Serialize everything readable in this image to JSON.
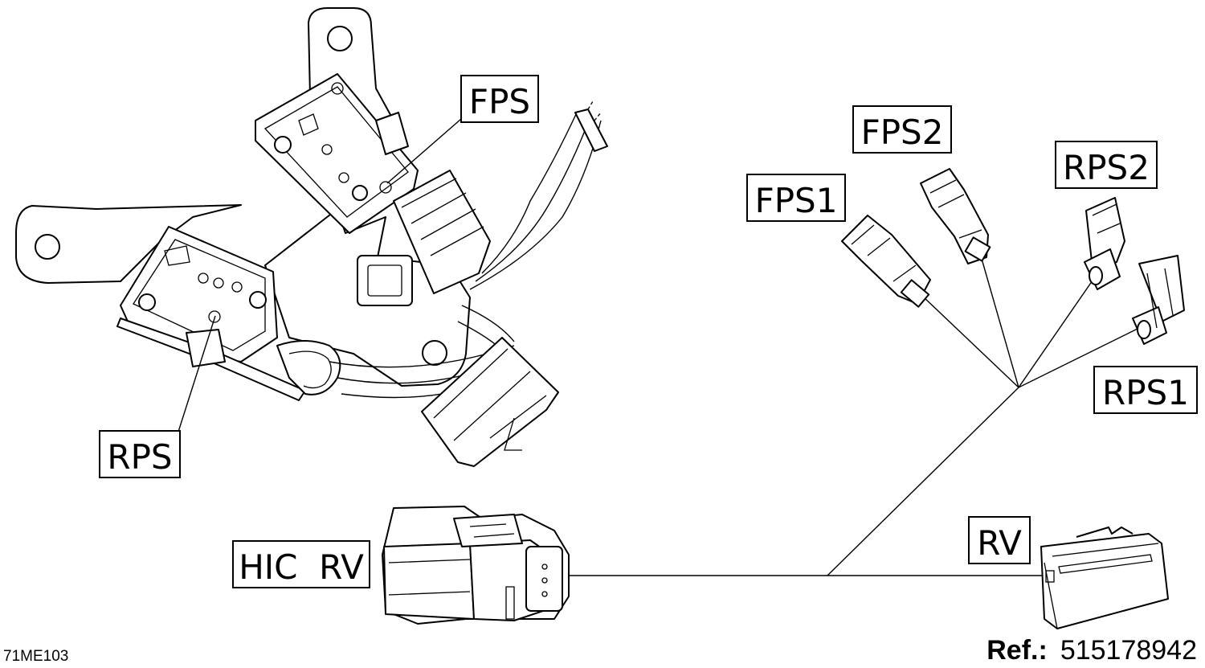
{
  "labels": {
    "fps": "FPS",
    "rps": "RPS",
    "fps1": "FPS1",
    "fps2": "FPS2",
    "rps1": "RPS1",
    "rps2": "RPS2",
    "hic_rv": "HIC  RV",
    "rv": "RV"
  },
  "footer": {
    "drawing_code": "71ME103",
    "ref_label": "Ref.:",
    "ref_number": "515178942"
  }
}
